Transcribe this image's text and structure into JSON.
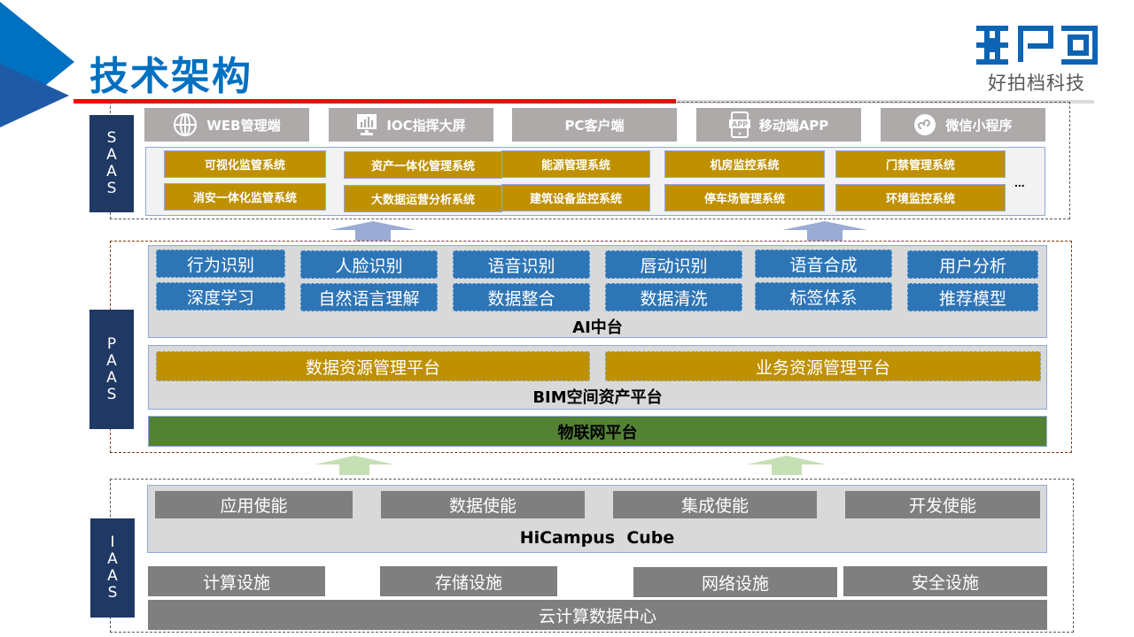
{
  "header": {
    "title": "技术架构",
    "logo_mark": "XPD",
    "logo_text": "好拍档科技"
  },
  "saas": {
    "side_label": [
      "S",
      "A",
      "A",
      "S"
    ],
    "clients": [
      {
        "label": "WEB管理端",
        "icon": "globe-icon"
      },
      {
        "label": "IOC指挥大屏",
        "icon": "monitor-chart-icon"
      },
      {
        "label": "PC客户端",
        "icon": ""
      },
      {
        "label": "移动端APP",
        "icon": "mobile-app-icon"
      },
      {
        "label": "微信小程序",
        "icon": "mini-program-icon"
      }
    ],
    "systems_row1": [
      "可视化监管系统",
      "资产一体化管理系统",
      "能源管理系统",
      "机房监控系统",
      "门禁管理系统"
    ],
    "systems_row2": [
      "消安一体化监管系统",
      "大数据运营分析系统",
      "建筑设备监控系统",
      "停车场管理系统",
      "环境监控系统"
    ],
    "more": "..."
  },
  "paas": {
    "side_label": [
      "P",
      "A",
      "A",
      "S"
    ],
    "ai_row1": [
      "行为识别",
      "人脸识别",
      "语音识别",
      "唇动识别",
      "语音合成",
      "用户分析"
    ],
    "ai_row2": [
      "深度学习",
      "自然语言理解",
      "数据整合",
      "数据清洗",
      "标签体系",
      "推荐模型"
    ],
    "ai_label": "AI中台",
    "resource_platforms": [
      "数据资源管理平台",
      "业务资源管理平台"
    ],
    "bim_label": "BIM空间资产平台",
    "iot_label": "物联网平台"
  },
  "iaas": {
    "side_label": [
      "I",
      "A",
      "A",
      "S"
    ],
    "enablers": [
      "应用使能",
      "数据使能",
      "集成使能",
      "开发使能"
    ],
    "cube_label": "HiCampus  Cube",
    "facilities": [
      "计算设施",
      "存储设施",
      "网络设施",
      "安全设施"
    ],
    "datacenter": "云计算数据中心"
  },
  "colors": {
    "brand_blue": "#0070c0",
    "accent_red": "#ff0000",
    "side_navy": "#1f3864",
    "client_gray": "#aeaaaa",
    "system_gold": "#bf9000",
    "ai_blue": "#2e75b6",
    "iot_green": "#548235",
    "infra_gray": "#7f7f7f",
    "arrow_blue": "#9aabd4",
    "arrow_green": "#c5e0b4"
  }
}
